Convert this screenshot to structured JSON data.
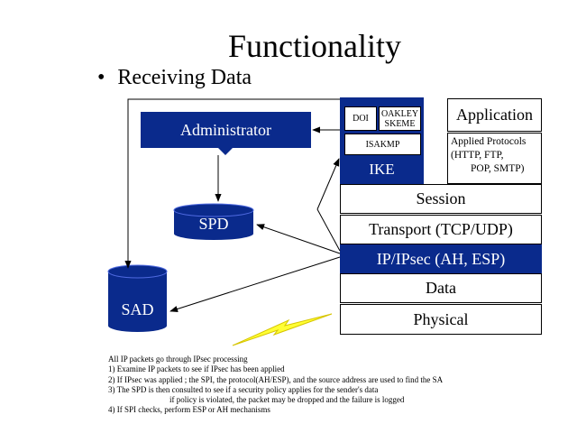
{
  "title": "Functionality",
  "bullet": "Receiving Data",
  "administrator": "Administrator",
  "spd": "SPD",
  "sad": "SAD",
  "ike": {
    "doi": "DOI",
    "oakley": "OAKLEY",
    "skeme": "SKEME",
    "isakmp": "ISAKMP",
    "label": "IKE"
  },
  "application": {
    "label": "Application",
    "protocols_line1": "Applied Protocols",
    "protocols_line2": "(HTTP, FTP,",
    "protocols_line3": "POP, SMTP)"
  },
  "layers": {
    "session": "Session",
    "transport": "Transport (TCP/UDP)",
    "ipsec": "IP/IPsec  (AH, ESP)",
    "data": "Data",
    "physical": "Physical"
  },
  "colors": {
    "block_blue": "#0a2a8c",
    "lightning": "#ffff33"
  },
  "notes": [
    "All IP packets go through IPsec processing",
    "1)  Examine IP packets to see if IPsec has been applied",
    "2)  If IPsec was applied ; the SPI, the protocol(AH/ESP), and the source address are used to find the SA",
    "3)  The SPD is then consulted to see if a security policy applies for the sender's data",
    "if policy is violated, the packet may be dropped and the failure is logged",
    "4)  If SPI checks, perform ESP or AH mechanisms"
  ]
}
